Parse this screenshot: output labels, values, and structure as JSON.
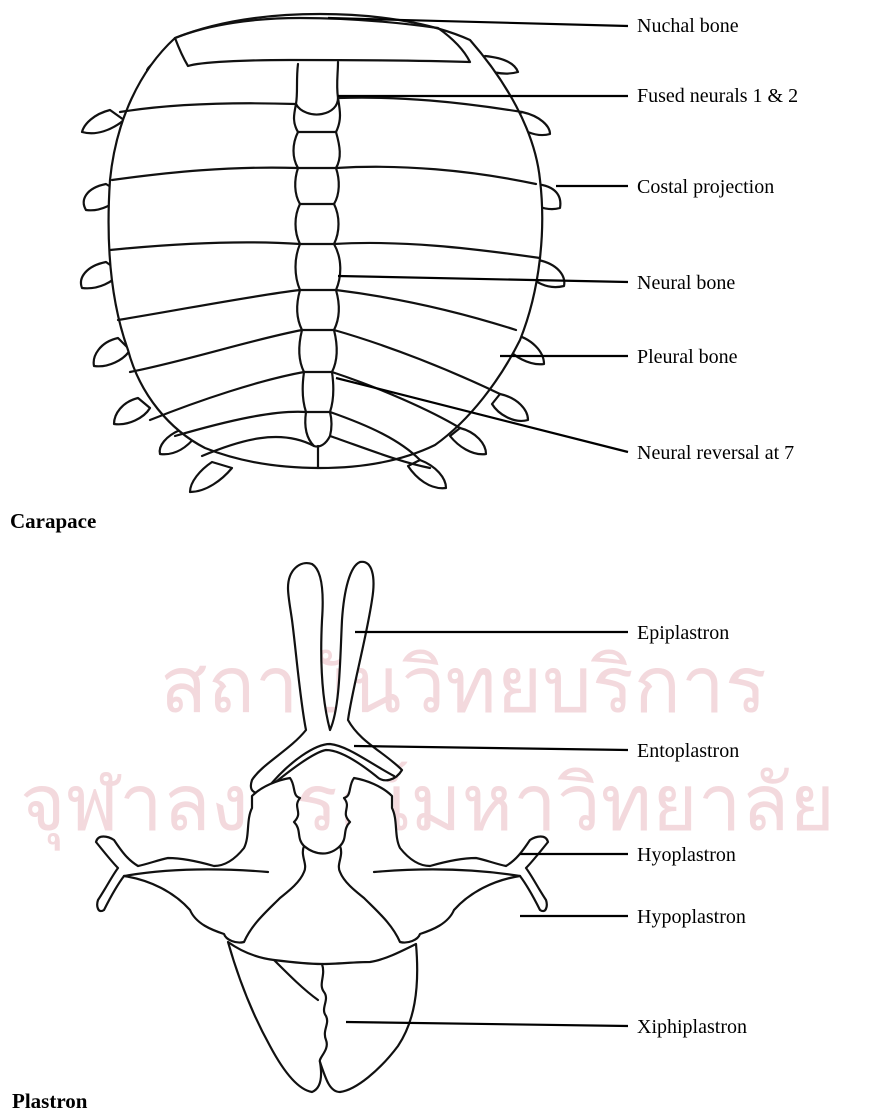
{
  "labels": {
    "carapace": [
      "Nuchal bone",
      "Fused neurals 1 & 2",
      "Costal projection",
      "Neural bone",
      "Pleural bone",
      "Neural reversal at 7"
    ],
    "plastron": [
      "Epiplastron",
      "Entoplastron",
      "Hyoplastron",
      "Hypoplastron",
      "Xiphiplastron"
    ]
  },
  "captions": {
    "carapace": "Carapace",
    "plastron": "Plastron"
  },
  "watermark": {
    "line1": "สถาบันวิทยบริการ",
    "line2": "จุฬาลงกรณ์มหาวิทยาลัย"
  },
  "colors": {
    "ink": "#111111",
    "watermark": "#f3d9dd"
  }
}
